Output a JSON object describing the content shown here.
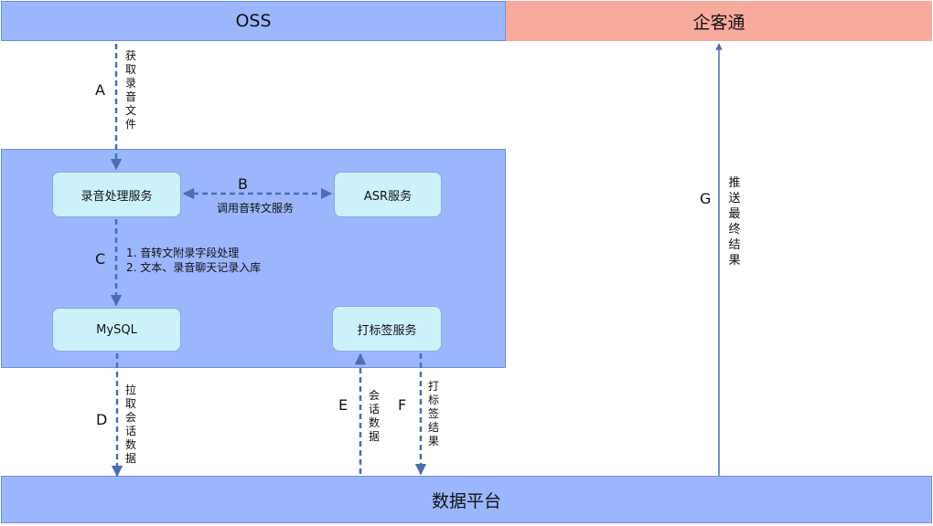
{
  "bands": {
    "oss": "OSS",
    "qikeotong": "企客通",
    "platform": "数据平台"
  },
  "nodes": {
    "recording": "录音处理服务",
    "asr": "ASR服务",
    "mysql": "MySQL",
    "tagging": "打标签服务"
  },
  "edges": {
    "a": {
      "letter": "A",
      "label": "获取录音文件"
    },
    "b": {
      "letter": "B",
      "label": "调用音转文服务"
    },
    "c": {
      "letter": "C",
      "line1": "1. 音转文附录字段处理",
      "line2": "2. 文本、录音聊天记录入库"
    },
    "d": {
      "letter": "D",
      "label": "拉取会话数据"
    },
    "e": {
      "letter": "E",
      "label": "会话数据"
    },
    "f": {
      "letter": "F",
      "label": "打标签结果"
    },
    "g": {
      "letter": "G",
      "label": "推送最终结果"
    }
  },
  "colors": {
    "band_blue": "#9cb6fd",
    "band_salmon": "#f8aa9c",
    "node_fill": "#ccf1fb",
    "arrow": "#4a6db5"
  }
}
